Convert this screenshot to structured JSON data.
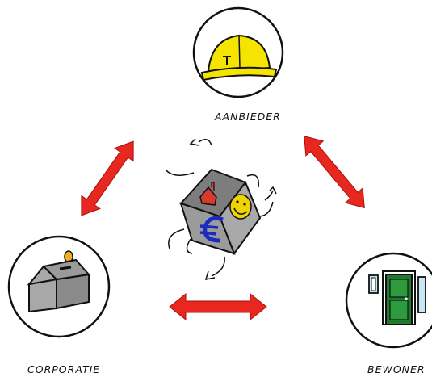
{
  "labels": {
    "provider": "AANBIEDER",
    "corporation": "CORPORATIE",
    "resident": "BEWONER"
  },
  "icons": {
    "provider": "hard-hat-icon",
    "corporation": "piggy-bank-house-icon",
    "resident": "front-door-icon",
    "center": "rotating-cube-icon",
    "cube_faces": [
      "house-icon",
      "smiley-icon",
      "euro-icon"
    ]
  },
  "colors": {
    "arrow": "#e8271f",
    "hat": "#f4e400",
    "door": "#1f7a2e",
    "cube": "#8f8f8f",
    "euro": "#1b2bbd",
    "smiley": "#f0d400",
    "house": "#d63a2a",
    "outline": "#111111"
  }
}
